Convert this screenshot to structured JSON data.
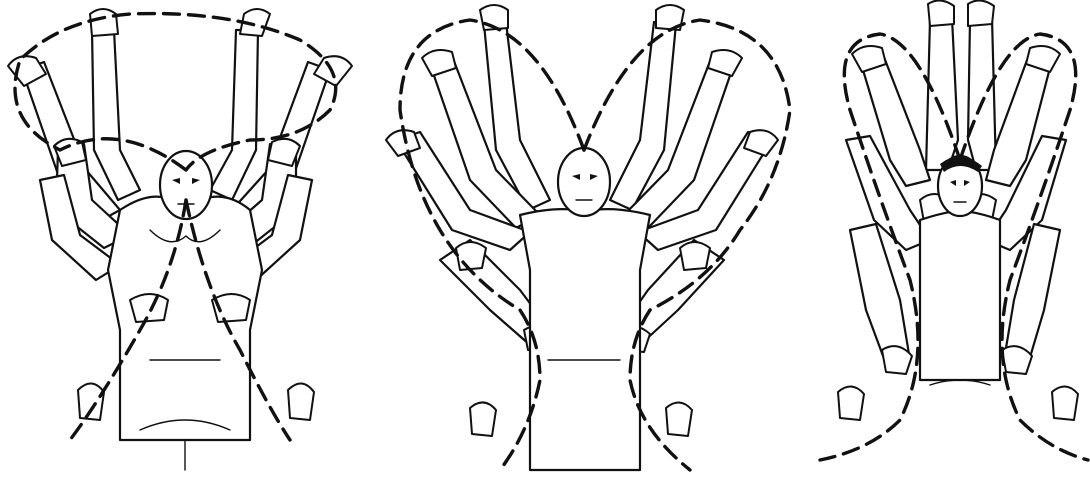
{
  "image": {
    "kind": "line-drawing",
    "panels": [
      {
        "id": "panel-1",
        "subject": "figure-arms-cross-over-head",
        "path_style": "dashed"
      },
      {
        "id": "panel-2",
        "subject": "figure-arms-circle-outward",
        "path_style": "dashed"
      },
      {
        "id": "panel-3",
        "subject": "figure-arms-figure-eight",
        "path_style": "dashed"
      }
    ],
    "colors": {
      "ink": "#111111",
      "paper": "#ffffff"
    }
  }
}
